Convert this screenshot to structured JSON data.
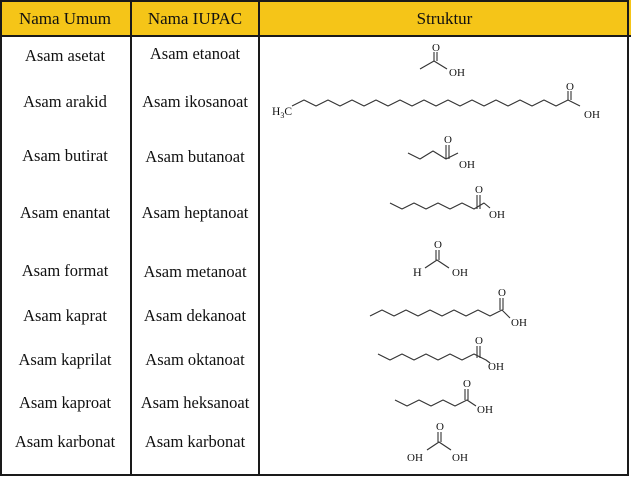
{
  "table": {
    "headers": [
      "Nama Umum",
      "Nama IUPAC",
      "Struktur"
    ],
    "rows": [
      {
        "common": "Asam asetat",
        "iupac": "Asam etanoat",
        "labels": {
          "o": "O",
          "oh": "OH"
        }
      },
      {
        "common": "Asam arakid",
        "iupac": "Asam ikosanoat",
        "labels": {
          "methyl_h": "H",
          "methyl_sub": "3",
          "methyl_c": "C",
          "o": "O",
          "oh": "OH"
        }
      },
      {
        "common": "Asam butirat",
        "iupac": "Asam butanoat",
        "labels": {
          "o": "O",
          "oh": "OH"
        }
      },
      {
        "common": "Asam enantat",
        "iupac": "Asam heptanoat",
        "labels": {
          "o": "O",
          "oh": "OH"
        }
      },
      {
        "common": "Asam format",
        "iupac": "Asam metanoat",
        "labels": {
          "h": "H",
          "o": "O",
          "oh": "OH"
        }
      },
      {
        "common": "Asam kaprat",
        "iupac": "Asam dekanoat",
        "labels": {
          "o": "O",
          "oh": "OH"
        }
      },
      {
        "common": "Asam kaprilat",
        "iupac": "Asam oktanoat",
        "labels": {
          "o": "O",
          "oh": "OH"
        }
      },
      {
        "common": "Asam kaproat",
        "iupac": "Asam heksanoat",
        "labels": {
          "o": "O",
          "oh": "OH"
        }
      },
      {
        "common": "Asam karbonat",
        "iupac": "Asam karbonat",
        "labels": {
          "oh_left": "OH",
          "o": "O",
          "oh_right": "OH"
        }
      }
    ]
  }
}
